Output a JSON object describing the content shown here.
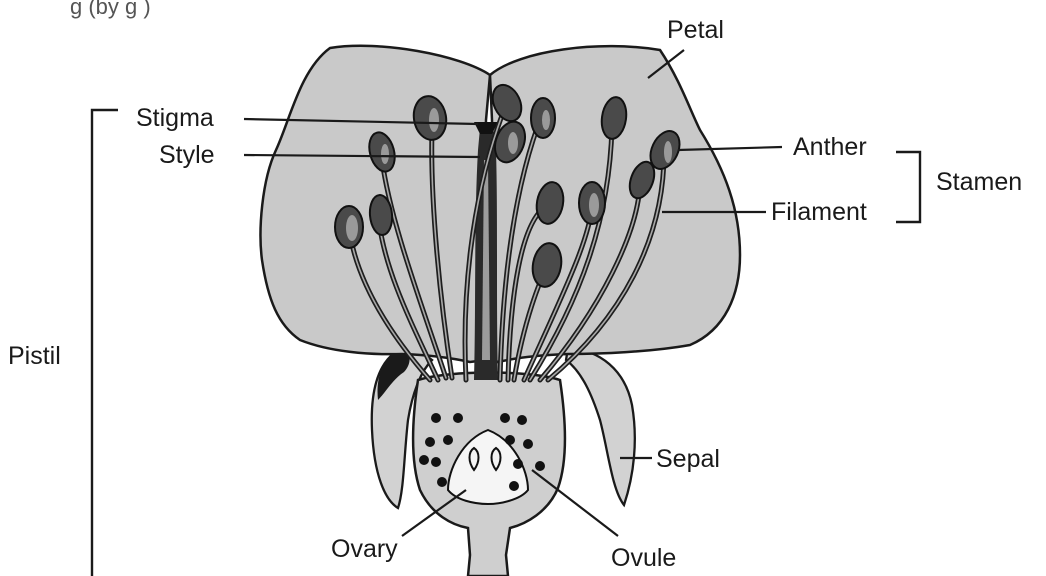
{
  "header_fragment": "g     (by        g  )",
  "labels": {
    "petal": "Petal",
    "stigma": "Stigma",
    "style": "Style",
    "anther": "Anther",
    "stamen": "Stamen",
    "filament": "Filament",
    "pistil": "Pistil",
    "sepal": "Sepal",
    "ovary": "Ovary",
    "ovule": "Ovule"
  }
}
